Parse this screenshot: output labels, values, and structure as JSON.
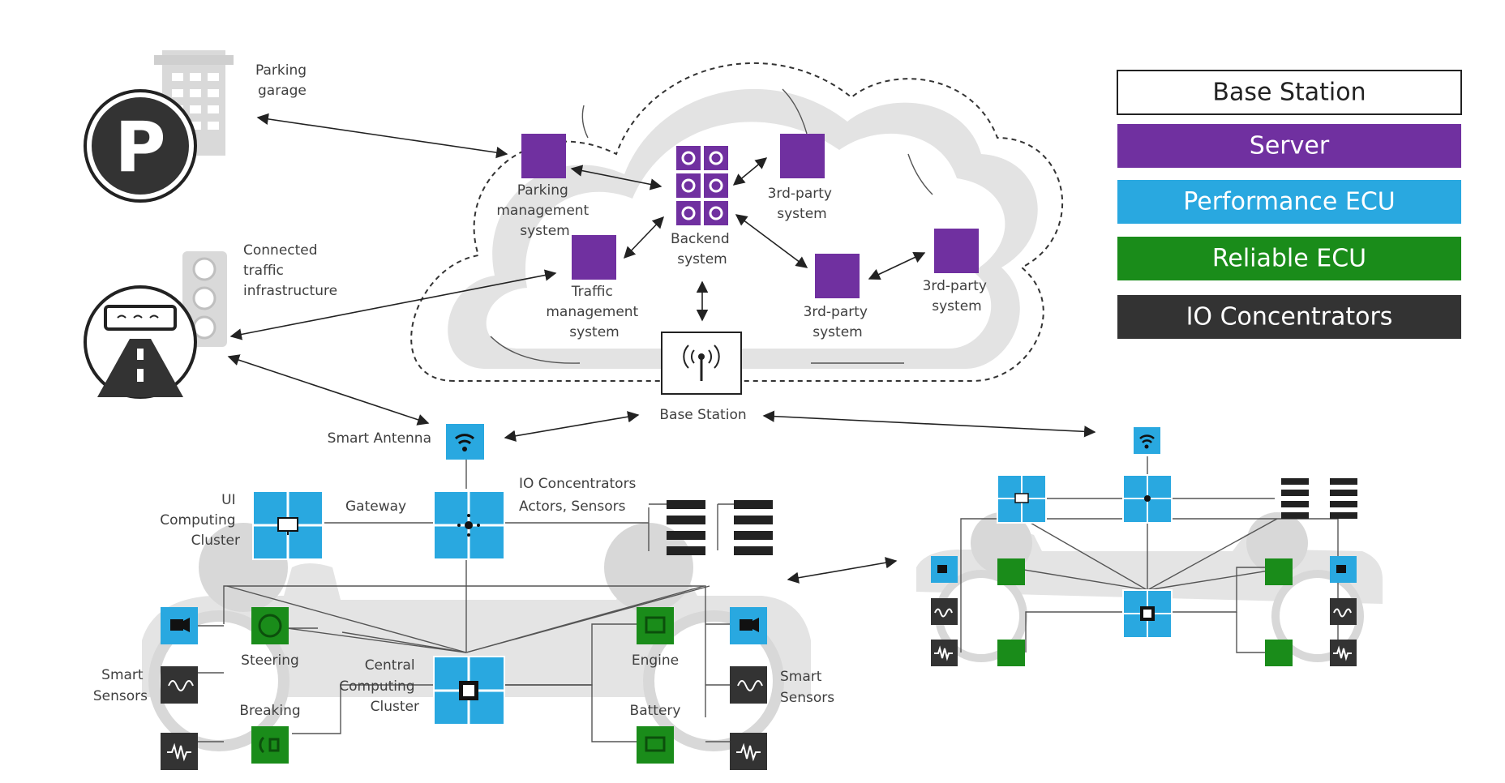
{
  "legend": {
    "items": [
      {
        "label": "Base Station",
        "color": "#ffffff",
        "text_color": "#222222"
      },
      {
        "label": "Server",
        "color": "#7030a0",
        "text_color": "#ffffff"
      },
      {
        "label": "Performance ECU",
        "color": "#29a8e0",
        "text_color": "#ffffff"
      },
      {
        "label": "Reliable ECU",
        "color": "#1a8c1a",
        "text_color": "#ffffff"
      },
      {
        "label": "IO Concentrators",
        "color": "#333333",
        "text_color": "#ffffff"
      }
    ]
  },
  "external": {
    "parking_garage": [
      "Parking",
      "garage"
    ],
    "traffic_infrastructure": [
      "Connected",
      "traffic",
      "infrastructure"
    ]
  },
  "cloud": {
    "parking_management": [
      "Parking",
      "management",
      "system"
    ],
    "traffic_management": [
      "Traffic",
      "management",
      "system"
    ],
    "backend": [
      "Backend",
      "system"
    ],
    "third_party_a": [
      "3rd-party",
      "system"
    ],
    "third_party_b": [
      "3rd-party",
      "system"
    ],
    "third_party_c": [
      "3rd-party",
      "system"
    ],
    "base_station": "Base Station"
  },
  "vehicle": {
    "smart_antenna": "Smart Antenna",
    "ui_cluster": [
      "UI",
      "Computing",
      "Cluster"
    ],
    "gateway": "Gateway",
    "io_concentrators": [
      "IO Concentrators",
      "Actors, Sensors"
    ],
    "steering": "Steering",
    "breaking": "Breaking",
    "central_cluster": [
      "Central",
      "Computing",
      "Cluster"
    ],
    "engine": "Engine",
    "battery": "Battery",
    "smart_sensors_left": [
      "Smart",
      "Sensors"
    ],
    "smart_sensors_right": [
      "Smart",
      "Sensors"
    ]
  },
  "icons": {
    "parking": "parking-sign-icon",
    "traffic": "traffic-light-icon",
    "antenna": "wifi-icon",
    "base_station": "radio-tower-icon",
    "backend": "gear-grid-icon",
    "camera": "camera-icon",
    "radar": "radar-icon",
    "ultrasound": "waveform-icon",
    "monitor": "monitor-icon",
    "chip": "chip-icon"
  }
}
